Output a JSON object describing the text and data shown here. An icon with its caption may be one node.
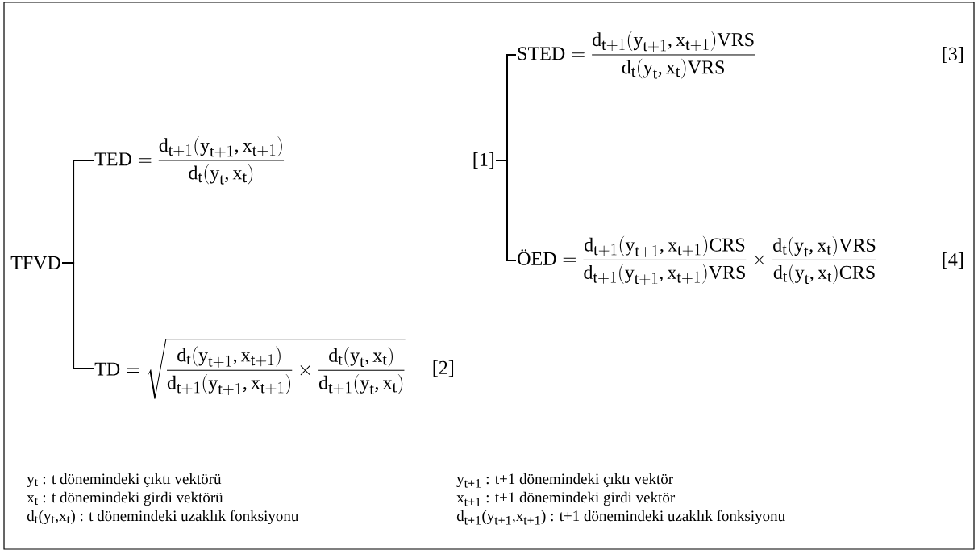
{
  "diagram": {
    "nodes": [
      {
        "text": [
          "TFVD"
        ]
      },
      {
        "text": [
          "\\text{TED}=\\frac{d_{t+1}(y_{t+1},x_{t+1})}{d_{t}(y_{t},x_{t})}"
        ]
      },
      {
        "text": [
          "[1]"
        ]
      },
      {
        "text": [
          "\\text{STED} = \\frac{d_{t+1}(y_{t+1}, x_{t+1})\\text{VRS}}{d_{t}(y_{t}, x_{t})\\text{VRS}}"
        ]
      },
      {
        "text": [
          "\\text{ÖED} = \\frac{d_{t+1}(y_{t+1}, x_{t+1})\\text{CRS}}{d_{t+1}(y_{t+1}, x_{t+1})\\text{VRS}}\\times\\frac{d_{t}(y_{t}, x_{t})\\text{VRS}}{d_{t}(y_{t}, x_{t})\\text{CRS}}"
        ]
      },
      {
        "text": [
          "\\text{TD} = \\sqrt{\\frac{d_{t}(y_{t+1}, x_{t+1})}{d_{t+1}(y_{t+1}, x_{t+1})}\\times\\frac{d_{t}(y_{t}, x_{t})}{d_{t+1}(y_{t}, x_{t})}}"
        ],
        "beside": [
          "[2]"
        ]
      }
    ],
    "edges": [
      {
        "from": 0,
        "to": 1,
        "arrow": "none"
      },
      {
        "from": 0,
        "to": 5,
        "arrow": "none"
      },
      {
        "from": 2,
        "to": 3,
        "arrow": "none"
      },
      {
        "from": 2,
        "to": 4,
        "arrow": "none"
      }
    ],
    "labels": [
      "[3]",
      "[4]",
      "y$_{t}$ : t dönemindeki çıktı vektörü",
      "y$_{t+1}$ : t+1 dönemindeki çıktı vektör",
      "x$_{t}$ : t dönemindeki girdi vektörü",
      "x$_{t+1}$ : t+1 dönemindeki girdi vektör",
      "d$_{t}$(y$_{t}$,x$_{t}$) : t dönemindeki uzaklık fonksiyonu",
      "d$_{t+1}$(y$_{t+1}$,x$_{t+1}$) : t+1 dönemindeki uzaklık fonksiyonu"
    ]
  }
}
